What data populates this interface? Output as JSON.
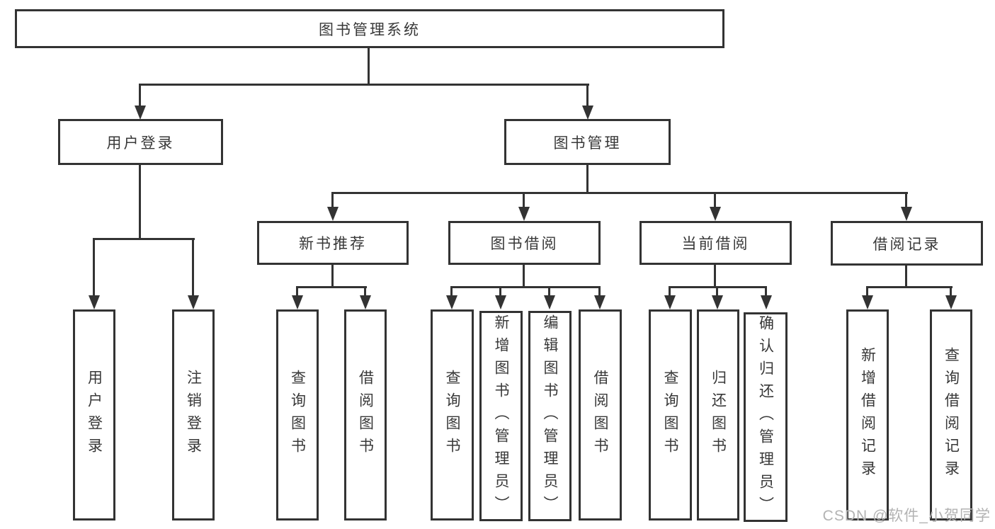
{
  "nodes": {
    "root": "图书管理系统",
    "user_login": "用户登录",
    "book_management": "图书管理",
    "new_book_recommend": "新书推荐",
    "book_borrow": "图书借阅",
    "current_borrow": "当前借阅",
    "borrow_record": "借阅记录",
    "leaf_user_login": "用户登录",
    "leaf_logout": "注销登录",
    "leaf_nbr_query_book": "查询图书",
    "leaf_nbr_borrow_book": "借阅图书",
    "leaf_bb_query_book": "查询图书",
    "leaf_bb_add_book": "新增图书（管理员）",
    "leaf_bb_edit_book": "编辑图书（管理员）",
    "leaf_bb_borrow_book": "借阅图书",
    "leaf_cb_query_book": "查询图书",
    "leaf_cb_return_book": "归还图书",
    "leaf_cb_confirm_return": "确认归还（管理员）",
    "leaf_br_add_record": "新增借阅记录",
    "leaf_br_query_record": "查询借阅记录"
  },
  "watermark": "CSDN @软件_小贺同学",
  "colors": {
    "line": "#333333",
    "text": "#383838",
    "watermark": "#b3b3b3",
    "background": "#ffffff"
  }
}
